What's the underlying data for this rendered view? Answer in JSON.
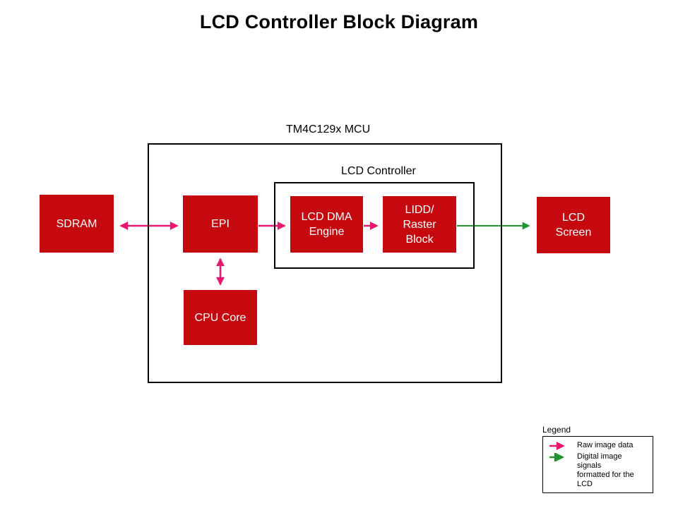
{
  "title": "LCD Controller Block Diagram",
  "mcu_label": "TM4C129x MCU",
  "controller_label": "LCD Controller",
  "blocks": {
    "sdram": {
      "label": "SDRAM"
    },
    "epi": {
      "label": "EPI"
    },
    "lcd_dma": {
      "label": "LCD DMA\nEngine"
    },
    "lidd": {
      "label": "LIDD/\nRaster\nBlock"
    },
    "lcd_screen": {
      "label": "LCD\nScreen"
    },
    "cpu_core": {
      "label": "CPU Core"
    }
  },
  "arrows": [
    {
      "name": "sdram-epi",
      "type": "raw-image-data",
      "direction": "bidirectional"
    },
    {
      "name": "epi-lcd-dma",
      "type": "raw-image-data",
      "direction": "right"
    },
    {
      "name": "lcd-dma-lidd",
      "type": "raw-image-data",
      "direction": "right"
    },
    {
      "name": "lidd-lcd-screen",
      "type": "digital-image-signals",
      "direction": "right"
    },
    {
      "name": "epi-cpu-core",
      "type": "raw-image-data",
      "direction": "bidirectional"
    }
  ],
  "legend": {
    "title": "Legend",
    "items": [
      {
        "label": "Raw image data",
        "color": "#E8186F"
      },
      {
        "label": "Digital image signals\nformatted for the LCD",
        "color": "#1F9632"
      }
    ]
  },
  "colors": {
    "block-red": "#C5090F",
    "arrow-pink": "#E8186F",
    "arrow-green": "#1F9632",
    "box-border": "#000000",
    "text-on-block": "#FFFFFF",
    "background": "#FFFFFF"
  }
}
